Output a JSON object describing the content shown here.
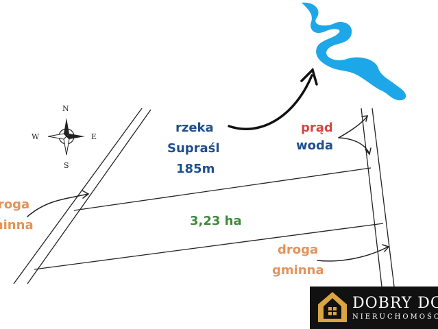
{
  "compass": {
    "north": "N",
    "south": "S",
    "east": "E",
    "west": "W"
  },
  "labels": {
    "river": {
      "line1": "rzeka",
      "line2": "Supraśl",
      "line3": "185m"
    },
    "area": "3,23 ha",
    "current": {
      "line1": "prąd",
      "line2": "woda"
    },
    "road_left": {
      "line1": "droga",
      "line2": "gminna"
    },
    "road_right": {
      "line1": "droga",
      "line2": "gminna"
    }
  },
  "logo": {
    "name": "DOBRY DOM",
    "sub": "NIERUCHOMOŚCI"
  },
  "colors": {
    "road_label": "#e3935a",
    "river_label": "#1f4f8f",
    "current_label": "#d64545",
    "area_label": "#3d8a3a",
    "river_water": "#1ea7e8",
    "logo_gold": "#d9a441"
  },
  "icons": {
    "compass": "compass-rose-icon",
    "river": "river-icon",
    "logo": "house-logo-icon"
  }
}
